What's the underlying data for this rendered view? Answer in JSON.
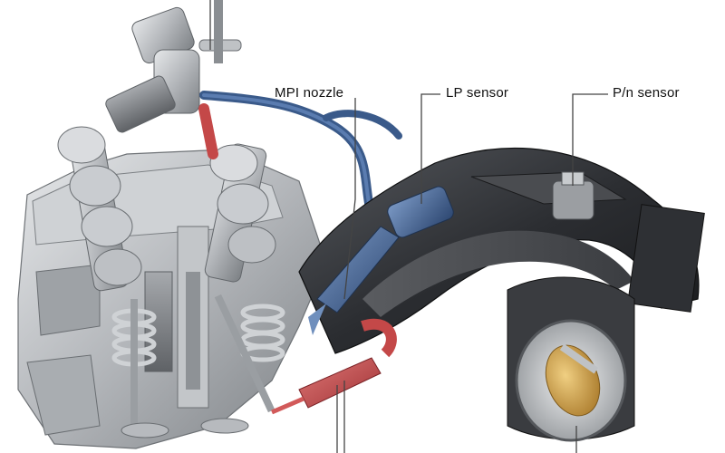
{
  "diagram": {
    "labels": {
      "mpi_nozzle": "MPI nozzle",
      "lp_sensor": "LP sensor",
      "pn_sensor": "P/n sensor"
    },
    "colors": {
      "background": "#ffffff",
      "engine_metal": "#b9bcc0",
      "manifold": "#2b2d31",
      "fuel_line_blue": "#3a5a8a",
      "hot_parts_red": "#c44848",
      "throttle_gold": "#c99a3a",
      "callout_line": "#444444"
    }
  }
}
